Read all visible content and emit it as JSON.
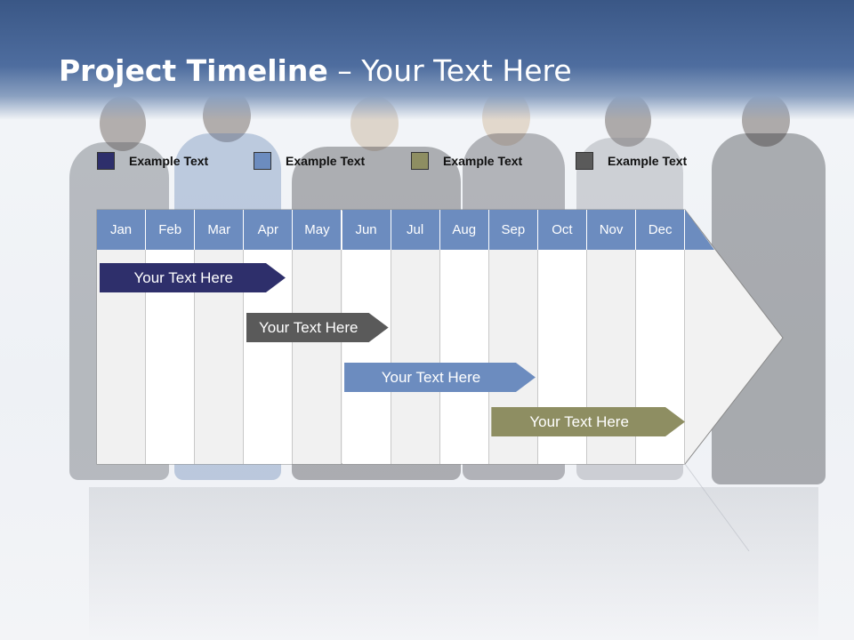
{
  "title": {
    "strong": "Project Timeline",
    "rest": " – Your Text Here"
  },
  "legend": [
    {
      "label": "Example Text",
      "color": "#2e2f6b"
    },
    {
      "label": "Example Text",
      "color": "#6c8cbf"
    },
    {
      "label": "Example Text",
      "color": "#8e8e62"
    },
    {
      "label": "Example Text",
      "color": "#5a5a5a"
    }
  ],
  "months": [
    "Jan",
    "Feb",
    "Mar",
    "Apr",
    "May",
    "Jun",
    "Jul",
    "Aug",
    "Sep",
    "Oct",
    "Nov",
    "Dec"
  ],
  "tasks": [
    {
      "label": "Your  Text Here",
      "start": 0.05,
      "end": 3.85,
      "color": "#2e2f6b"
    },
    {
      "label": "Your  Text Here",
      "start": 3.05,
      "end": 5.95,
      "color": "#5a5a5a"
    },
    {
      "label": "Your  Text Here",
      "start": 5.05,
      "end": 8.95,
      "color": "#6c8cbf"
    },
    {
      "label": "Your  Text Here",
      "start": 8.05,
      "end": 12.0,
      "color": "#8e8e62"
    }
  ]
}
